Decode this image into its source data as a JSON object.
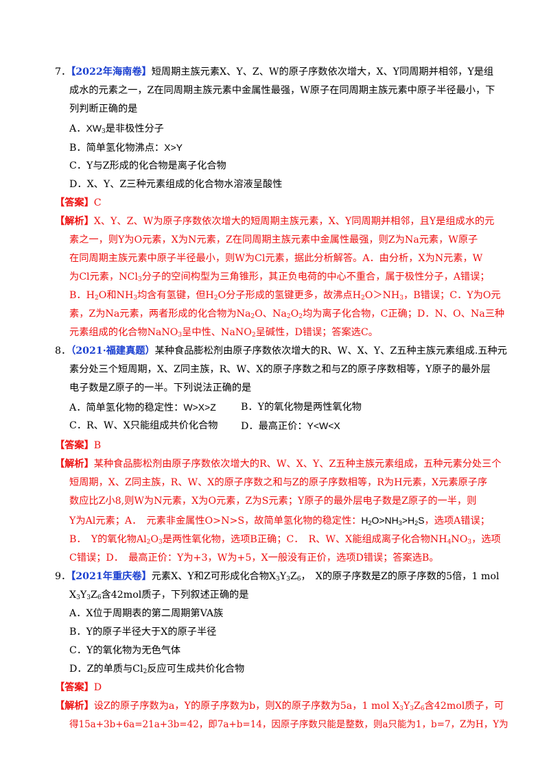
{
  "q7": {
    "num": "7．",
    "tag": "【2022年海南卷】",
    "stem1": "短周期主族元素X、Y、Z、W的原子序数依次增大，X、Y同周期并相邻，Y是组",
    "stem2": "成水的元素之一，Z在同周期主族元素中金属性最强，W原子在同周期主族元素中原子半径最小，下",
    "stem3": "列判断正确的是",
    "optA_pre": "A．",
    "optA_sym": "XW",
    "optA_sub": "3",
    "optA_post": "是非极性分子",
    "optB_pre": "B．简单氢化物沸点：",
    "optB_sym": "X>Y",
    "optC": "C．Y与Z形成的化合物是离子化合物",
    "optD": "D．X、Y、Z三种元素组成的化合物水溶液呈酸性",
    "answer_mark": "【答案】",
    "answer": "C",
    "analysis_mark": "【解析】",
    "a1": "X、Y、Z、W为原子序数依次增大的短周期主族元素，X、Y同周期并相邻，且Y是组成水的元",
    "a2": "素之一，则Y为O元素，X为N元素，Z在同周期主族元素中金属性最强，则Z为Na元素，W原子",
    "a3": "在同周期主族元素中原子半径最小，则W为Cl元素，据此分析解答。A．由分析，X为N元素，W",
    "a4_1": "为Cl元素，NCl",
    "a4_sub": "3",
    "a4_2": "分子的空间构型为三角锥形，其正负电荷的中心不重合，属于极性分子，A错误；",
    "a5_1": "B．H",
    "a5_s1": "2",
    "a5_2": "O和NH",
    "a5_s2": "3",
    "a5_3": "均含有氢键，但H",
    "a5_s3": "2",
    "a5_4": "O分子形成的氢键更多，故沸点H",
    "a5_s4": "2",
    "a5_5": "O＞NH",
    "a5_s5": "3",
    "a5_6": "，B错误；C．Y为O元",
    "a6_1": "素，Z为Na元素，两者形成的化合物为Na",
    "a6_s1": "2",
    "a6_2": "O、Na",
    "a6_s2": "2",
    "a6_3": "O",
    "a6_s3": "2",
    "a6_4": "均为离子化合物，C正确；D．N、O、Na三种",
    "a7_1": "元素组成的化合物NaNO",
    "a7_s1": "3",
    "a7_2": "呈中性、NaNO",
    "a7_s2": "2",
    "a7_3": "呈碱性，D错误；答案选C。"
  },
  "q8": {
    "num": "8．",
    "tag": "（2021·福建真题）",
    "stem1": "某种食品膨松剂由原子序数依次增大的R、W、X、Y、Z五种主族元素组成.五种元",
    "stem2": "素分处三个短周期，X、Z同主族，R、W、X的原子序数之和与Z的原子序数相等，Y原子的最外层",
    "stem3": "电子数是Z原子的一半。下列说法正确的是",
    "optA_pre": "A．简单氢化物的稳定性：",
    "optA_sym": "W>X>Z",
    "optB": "B．Y的氧化物是两性氧化物",
    "optC": "C．R、W、X只能组成共价化合物",
    "optD_pre": "D．最高正价：",
    "optD_sym": "Y<W<X",
    "answer_mark": "【答案】",
    "answer": "B",
    "analysis_mark": "【解析】",
    "a1": "某种食品膨松剂由原子序数依次增大的R、W、X、Y、Z五种主族元素组成，五种元素分处三个",
    "a2": "短周期，X、Z同主族，R、W、X的原子序数之和与Z的原子序数相等，R为H元素，X元素原子序",
    "a3": "数应比Z小8,则W为N元素，X为O元素，Z为S元素；Y原子的最外层电子数是Z原子的一半，则",
    "a4_1": "Y为Al元素；A．　元素非金属性O>N>S，故简单氢化物的稳定性：",
    "a4_sym1": "H",
    "a4_sub1": "2",
    "a4_sym2": "O>NH",
    "a4_sub2": "3",
    "a4_sym3": ">H",
    "a4_sub3": "2",
    "a4_sym4": "S",
    "a4_2": "，选项A错误；",
    "a5_1": "B．　Y的氧化物Al",
    "a5_s1": "2",
    "a5_2": "O",
    "a5_s2": "3",
    "a5_3": "是两性氧化物，选项B正确；C．　R、W、X能组成离子化合物NH",
    "a5_s3": "4",
    "a5_4": "NO",
    "a5_s4": "3",
    "a5_5": "，选项",
    "a6": "C错误；D．　最高正价：Y为+3，W为+5，X一般没有正价，选项D错误；答案选B。"
  },
  "q9": {
    "num": "9．",
    "tag": "【2021年重庆卷】",
    "stem1_1": "元素X、Y和Z可形成化合物X",
    "stem1_s1": "3",
    "stem1_2": "Y",
    "stem1_s2": "3",
    "stem1_3": "Z",
    "stem1_s3": "6",
    "stem1_4": "，　X的原子序数是Z的原子序数的5倍，1 mol",
    "stem2_1": "X",
    "stem2_s1": "3",
    "stem2_2": "Y",
    "stem2_s2": "3",
    "stem2_3": "Z",
    "stem2_s3": "6",
    "stem2_4": "含42mol质子，下列叙述正确的是",
    "optA": "A．X位于周期表的第二周期第VA族",
    "optB": "B．Y的原子半径大于X的原子半径",
    "optC": "C．Y的氧化物为无色气体",
    "optD_1": "D．Z的单质与Cl",
    "optD_s": "2",
    "optD_2": "反应可生成共价化合物",
    "answer_mark": "【答案】",
    "answer": "D",
    "analysis_mark": "【解析】",
    "a1_1": "设Z的原子序数为a，Y的原子序数为b，则X的原子序数为5a，1 mol X",
    "a1_s1": "3",
    "a1_2": "Y",
    "a1_s2": "3",
    "a1_3": "Z",
    "a1_s3": "6",
    "a1_4": "含42mol质子，可",
    "a2": "得15a+3b+6a=21a+3b=42，即7a+b=14，因原子序数只能是整数，则a只能为1，b=7，Z为H，Y为"
  }
}
